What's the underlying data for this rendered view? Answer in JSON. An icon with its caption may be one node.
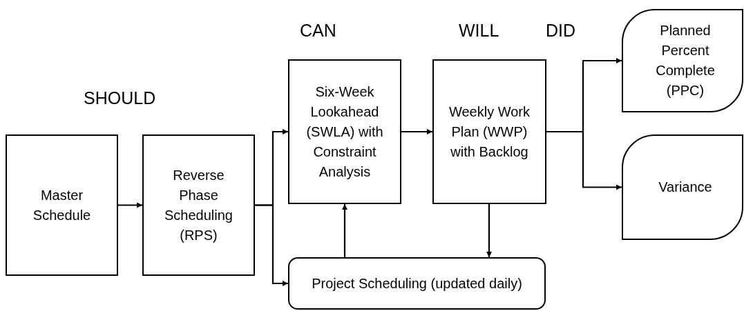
{
  "diagram": {
    "nodes": [
      {
        "text": [
          "Master Schedule"
        ]
      },
      {
        "text": [
          "Reverse Phase Scheduling (RPS)"
        ]
      },
      {
        "text": [
          "Six-Week Lookahead (SWLA) with Constraint Analysis"
        ]
      },
      {
        "text": [
          "Weekly Work Plan (WWP) with Backlog"
        ]
      },
      {
        "text": [
          "Project Scheduling (updated daily)"
        ]
      },
      {
        "text": [
          "Planned Percent Complete (PPC)"
        ]
      },
      {
        "text": [
          "Variance"
        ]
      }
    ],
    "edges": [
      {
        "from": 0,
        "to": 1,
        "arrow": "to"
      },
      {
        "from": 1,
        "to": 2,
        "arrow": "to"
      },
      {
        "from": 1,
        "to": 4,
        "arrow": "to"
      },
      {
        "from": 2,
        "to": 3,
        "arrow": "to"
      },
      {
        "from": 4,
        "to": 2,
        "arrow": "to"
      },
      {
        "from": 3,
        "to": 4,
        "arrow": "to"
      },
      {
        "from": 3,
        "to": 5,
        "arrow": "to"
      },
      {
        "from": 3,
        "to": 6,
        "arrow": "to"
      }
    ],
    "labels": [
      "CAN",
      "WILL",
      "DID",
      "SHOULD"
    ]
  }
}
